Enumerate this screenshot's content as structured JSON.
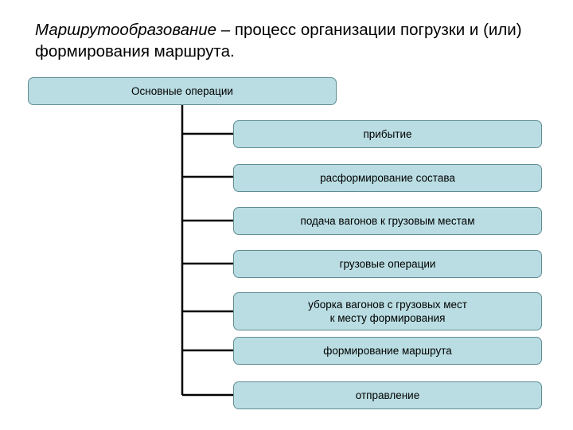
{
  "slide": {
    "title": {
      "term": "Маршрутообразование",
      "rest": " – процесс организации погрузки и (или) формирования маршрута."
    },
    "colors": {
      "box_fill": "#b9dde2",
      "box_border": "#5f8d93",
      "connector": "#000000",
      "text": "#000000"
    },
    "diagram": {
      "type": "tree",
      "root": {
        "label": "Основные операции"
      },
      "children": [
        {
          "label": "прибытие"
        },
        {
          "label": "расформирование состава"
        },
        {
          "label": "подача вагонов к грузовым местам"
        },
        {
          "label": "грузовые операции"
        },
        {
          "label": "уборка вагонов с грузовых мест\nк месту формирования"
        },
        {
          "label": "формирование маршрута"
        },
        {
          "label": "отправление"
        }
      ]
    }
  }
}
